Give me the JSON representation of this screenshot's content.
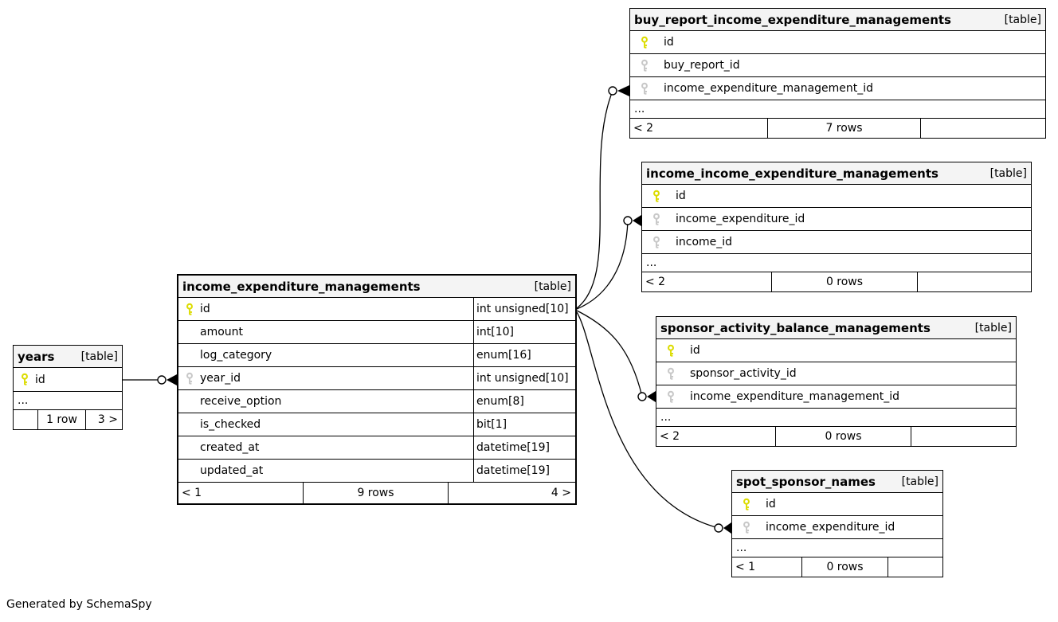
{
  "generator_note": "Generated by SchemaSpy",
  "colors": {
    "primary_key_icon": "#dcdc00",
    "foreign_key_icon": "#c8c8c8",
    "header_background": "#f4f4f4",
    "border": "#000000"
  },
  "tables": [
    {
      "name": "years",
      "badge": "[table]",
      "columns": [
        {
          "name": "id",
          "key": "pk"
        }
      ],
      "ellipsis": "...",
      "footer": {
        "left": "",
        "center": "1 row",
        "right": "3 >"
      }
    },
    {
      "name": "income_expenditure_managements",
      "badge": "[table]",
      "columns": [
        {
          "name": "id",
          "key": "pk",
          "type": "int unsigned[10]"
        },
        {
          "name": "amount",
          "key": "",
          "type": "int[10]"
        },
        {
          "name": "log_category",
          "key": "",
          "type": "enum[16]"
        },
        {
          "name": "year_id",
          "key": "fk",
          "type": "int unsigned[10]"
        },
        {
          "name": "receive_option",
          "key": "",
          "type": "enum[8]"
        },
        {
          "name": "is_checked",
          "key": "",
          "type": "bit[1]"
        },
        {
          "name": "created_at",
          "key": "",
          "type": "datetime[19]"
        },
        {
          "name": "updated_at",
          "key": "",
          "type": "datetime[19]"
        }
      ],
      "footer": {
        "left": "< 1",
        "center": "9 rows",
        "right": "4 >"
      }
    },
    {
      "name": "buy_report_income_expenditure_managements",
      "badge": "[table]",
      "columns": [
        {
          "name": "id",
          "key": "pk"
        },
        {
          "name": "buy_report_id",
          "key": "fk"
        },
        {
          "name": "income_expenditure_management_id",
          "key": "fk"
        }
      ],
      "ellipsis": "...",
      "footer": {
        "left": "< 2",
        "center": "7 rows",
        "right": ""
      }
    },
    {
      "name": "income_income_expenditure_managements",
      "badge": "[table]",
      "columns": [
        {
          "name": "id",
          "key": "pk"
        },
        {
          "name": "income_expenditure_id",
          "key": "fk"
        },
        {
          "name": "income_id",
          "key": "fk"
        }
      ],
      "ellipsis": "...",
      "footer": {
        "left": "< 2",
        "center": "0 rows",
        "right": ""
      }
    },
    {
      "name": "sponsor_activity_balance_managements",
      "badge": "[table]",
      "columns": [
        {
          "name": "id",
          "key": "pk"
        },
        {
          "name": "sponsor_activity_id",
          "key": "fk"
        },
        {
          "name": "income_expenditure_management_id",
          "key": "fk"
        }
      ],
      "ellipsis": "...",
      "footer": {
        "left": "< 2",
        "center": "0 rows",
        "right": ""
      }
    },
    {
      "name": "spot_sponsor_names",
      "badge": "[table]",
      "columns": [
        {
          "name": "id",
          "key": "pk"
        },
        {
          "name": "income_expenditure_id",
          "key": "fk"
        }
      ],
      "ellipsis": "...",
      "footer": {
        "left": "< 1",
        "center": "0 rows",
        "right": ""
      }
    }
  ],
  "relationships": [
    {
      "from": "years",
      "to": "income_expenditure_managements.year_id"
    },
    {
      "from": "income_expenditure_managements",
      "to": "buy_report_income_expenditure_managements.income_expenditure_management_id"
    },
    {
      "from": "income_expenditure_managements",
      "to": "income_income_expenditure_managements.income_expenditure_id"
    },
    {
      "from": "income_expenditure_managements",
      "to": "sponsor_activity_balance_managements.income_expenditure_management_id"
    },
    {
      "from": "income_expenditure_managements",
      "to": "spot_sponsor_names.income_expenditure_id"
    }
  ]
}
